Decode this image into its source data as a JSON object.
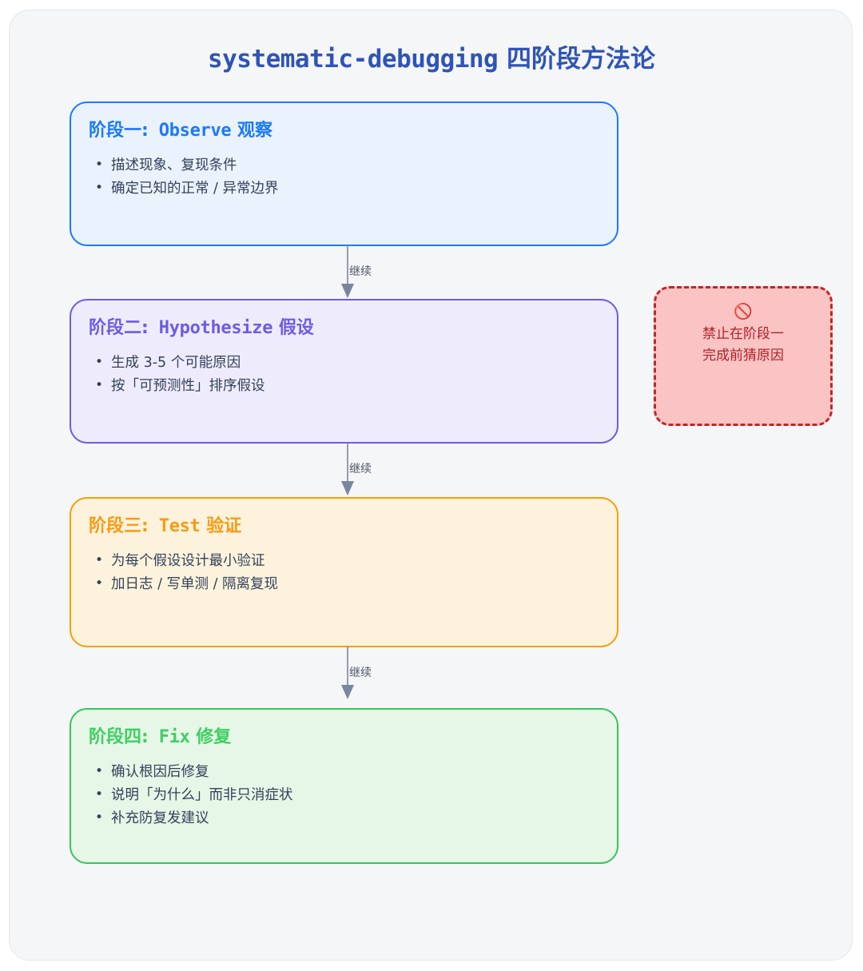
{
  "title": {
    "mono_part": "systematic-debugging",
    "cjk_part": " 四阶段方法论",
    "color": "#2f54b8"
  },
  "phases": [
    {
      "id": "observe",
      "heading_cjk_prefix": "阶段一:",
      "heading_mono": " Observe",
      "heading_cjk_suffix": " 观察",
      "accent": "#1a7afc",
      "fill": "#eaf2fe",
      "items": [
        "描述现象、复现条件",
        "确定已知的正常 / 异常边界"
      ]
    },
    {
      "id": "hypothesize",
      "heading_cjk_prefix": "阶段二:",
      "heading_mono": " Hypothesize",
      "heading_cjk_suffix": " 假设",
      "accent": "#6c5ce7",
      "fill": "#eeecfc",
      "items": [
        "生成 3-5 个可能原因",
        "按「可预测性」排序假设"
      ]
    },
    {
      "id": "test",
      "heading_cjk_prefix": "阶段三:",
      "heading_mono": " Test",
      "heading_cjk_suffix": " 验证",
      "accent": "#f99a15",
      "fill": "#fdf3dd",
      "items": [
        "为每个假设设计最小验证",
        "加日志 / 写单测 / 隔离复现"
      ]
    },
    {
      "id": "fix",
      "heading_cjk_prefix": "阶段四:",
      "heading_mono": " Fix",
      "heading_cjk_suffix": " 修复",
      "accent": "#3ecf62",
      "fill": "#e6f7e7",
      "items": [
        "确认根因后修复",
        "说明「为什么」而非只消症状",
        "补充防复发建议"
      ]
    }
  ],
  "connectors": [
    {
      "label": "继续"
    },
    {
      "label": "继续"
    },
    {
      "label": "继续"
    }
  ],
  "warning": {
    "icon": "🚫",
    "icon_name": "prohibited-icon",
    "line1": "禁止在阶段一",
    "line2": "完成前猜原因",
    "text": "禁止在阶段一\n完成前猜原因",
    "border_color": "#c0262a",
    "fill": "#fbc4c4",
    "text_color": "#ac2128"
  },
  "arrow_color": "#7a86a0"
}
